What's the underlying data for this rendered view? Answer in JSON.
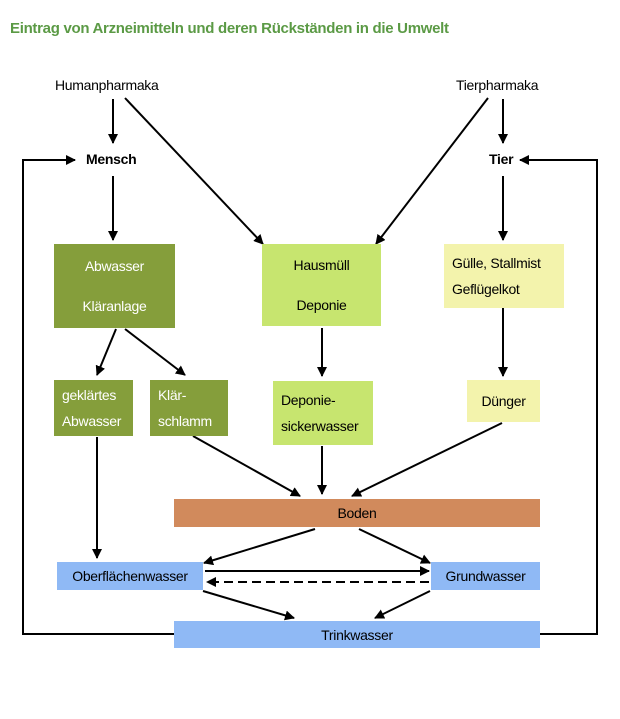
{
  "title": "Eintrag von Arzneimitteln und deren  Rückständen in die Umwelt",
  "nodes": {
    "humanpharmaka": "Humanpharmaka",
    "tierpharmaka": "Tierpharmaka",
    "mensch": "Mensch",
    "tier": "Tier",
    "abwasser": "Abwasser",
    "klaeranlage": "Kläranlage",
    "hausmuell": "Hausmüll",
    "deponie": "Deponie",
    "guelle_line1": "Gülle, Stallmist",
    "guelle_line2": "Geflügelkot",
    "geklaertes_line1": "geklärtes",
    "geklaertes_line2": "Abwasser",
    "klaerschlamm_line1": "Klär-",
    "klaerschlamm_line2": "schlamm",
    "sickerwasser_line1": "Deponie-",
    "sickerwasser_line2": "sickerwasser",
    "duenger": "Dünger",
    "boden": "Boden",
    "oberflaechenwasser": "Oberflächenwasser",
    "grundwasser": "Grundwasser",
    "trinkwasser": "Trinkwasser"
  },
  "colors": {
    "title": "#5b9a45",
    "dark_green": "#859e3b",
    "lime_green": "#c7e56f",
    "pale_yellow": "#f3f3ac",
    "brown": "#d18a5c",
    "blue": "#8fb9f5"
  }
}
